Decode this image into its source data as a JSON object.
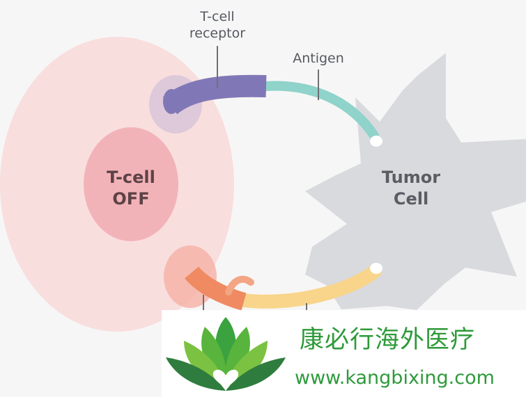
{
  "labels": {
    "tcell_receptor": "T-cell\nreceptor",
    "antigen": "Antigen",
    "tcell_state": "T-cell\nOFF",
    "tumor_cell": "Tumor\nCell"
  },
  "watermark": {
    "brand_name": "康必行海外医疗",
    "url": "www.kangbixing.com"
  },
  "colors": {
    "tcell_body": "#f9dede",
    "tcell_nucleus": "#f2b3b8",
    "receptor": "#8078b6",
    "antigen": "#8fd3cb",
    "tumor_cell": "#d9dade",
    "inhibitory_receptor": "#ef8a62",
    "inhibitory_ligand": "#f8d58a",
    "brand_green": "#2e9a3a"
  }
}
